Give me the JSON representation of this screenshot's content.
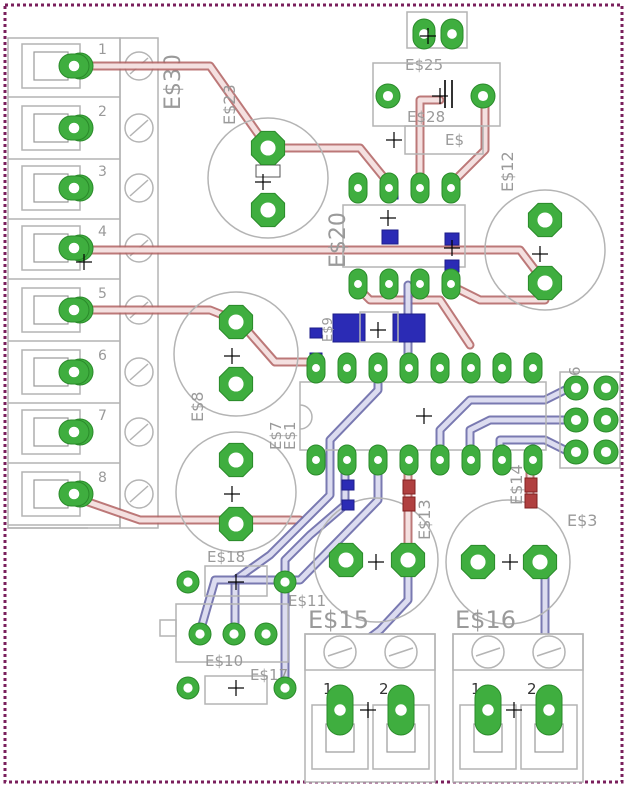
{
  "labels": {
    "es30": "E$30",
    "es23": "E$23",
    "es25": "E$25",
    "es28": "E$28",
    "es_small": "E$",
    "es12": "E$12",
    "es20": "E$20",
    "es8": "E$8",
    "es9": "E$9",
    "es7": "E$7",
    "es1": "E$1",
    "es6": "6",
    "es18": "E$18",
    "es13": "E$13",
    "es14": "E$14",
    "es3": "E$3",
    "es15": "E$15",
    "es16": "E$16",
    "es10": "E$10",
    "es17": "E$17",
    "es11": "E$11"
  },
  "terminal_numbers": [
    "1",
    "2",
    "3",
    "4",
    "5",
    "6",
    "7",
    "8"
  ],
  "bottom_terminal_numbers": {
    "left": [
      "1",
      "2"
    ],
    "right": [
      "1",
      "2"
    ]
  },
  "colors": {
    "board_outline": "#7a1f5c",
    "pad_green": "#3fae3f",
    "top_trace": "#b06060",
    "bottom_trace": "#6a6aa8",
    "smd_blue": "#2b2bb5",
    "silkscreen": "#b4b4b4"
  }
}
